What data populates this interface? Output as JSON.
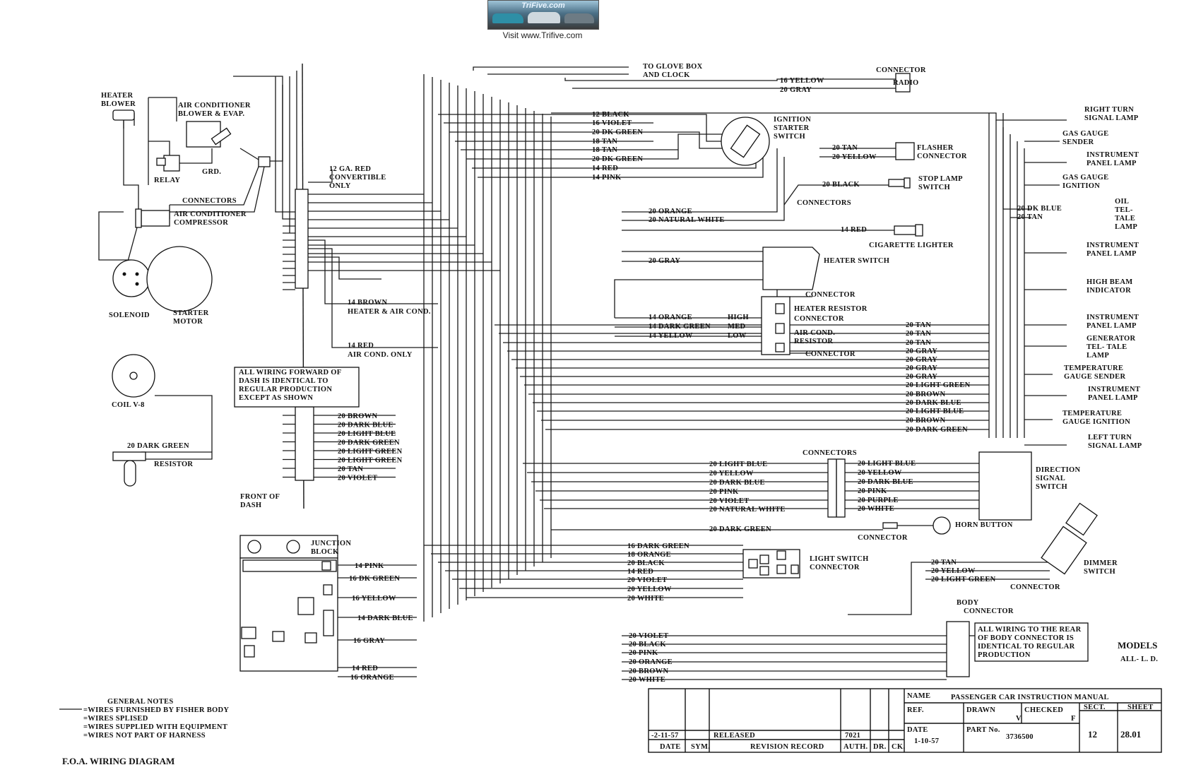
{
  "header": {
    "logo_text": "TriFive.com",
    "caption": "Visit www.Trifive.com"
  },
  "left_components": {
    "heater_blower": [
      "HEATER",
      "BLOWER"
    ],
    "ac_blower": [
      "AIR CONDITIONER",
      "BLOWER & EVAP."
    ],
    "relay": "RELAY",
    "grd": "GRD.",
    "connectors": "CONNECTORS",
    "ac_compressor": [
      "AIR CONDITIONER",
      "COMPRESSOR"
    ],
    "solenoid": "SOLENOID",
    "starter_motor": [
      "STARTER",
      "MOTOR"
    ],
    "coil": "COIL V-8",
    "resistor_wire": "20 DARK GREEN",
    "resistor": "RESISTOR",
    "front_of_dash": [
      "FRONT OF",
      "DASH"
    ],
    "convertible": [
      "12 GA. RED",
      "CONVERTIBLE",
      "ONLY"
    ],
    "heater_ac_wire": [
      "14 BROWN",
      "HEATER & AIR COND."
    ],
    "ac_only_wire": [
      "14 RED",
      "AIR COND. ONLY"
    ],
    "note_box": [
      "ALL WIRING FORWARD OF",
      "DASH IS IDENTICAL TO",
      "REGULAR PRODUCTION",
      "EXCEPT AS SHOWN"
    ]
  },
  "left_connector_wires": [
    "20 BROWN",
    "20 DARK BLUE",
    "20 LIGHT BLUE",
    "20 DARK GREEN",
    "20 LIGHT GREEN",
    "20 LIGHT GREEN",
    "20 TAN",
    "20 VIOLET"
  ],
  "junction_block": {
    "label": [
      "JUNCTION",
      "BLOCK"
    ],
    "wires": [
      "14 PINK",
      "16 DK GREEN",
      "16 YELLOW",
      "14 DARK BLUE",
      "16 GRAY",
      "14 RED",
      "16 ORANGE"
    ]
  },
  "top_center": {
    "glove_box": [
      "TO GLOVE BOX",
      "AND CLOCK"
    ],
    "ignition_wires": [
      "12 BLACK",
      "16 VIOLET",
      "20 DK GREEN",
      "18 TAN",
      "18 TAN",
      "20 DK GREEN",
      "14 RED",
      "14 PINK"
    ],
    "ignition_switch": [
      "IGNITION",
      "STARTER",
      "SWITCH"
    ],
    "radio_wires": [
      "16 YELLOW",
      "20 GRAY"
    ],
    "radio_connector": "CONNECTOR",
    "radio": "RADIO",
    "flasher_wires": [
      "20 TAN",
      "20 YELLOW"
    ],
    "flasher": [
      "FLASHER",
      "CONNECTOR"
    ],
    "stop_wire": "20 BLACK",
    "stop_switch": [
      "STOP LAMP",
      "SWITCH"
    ],
    "connectors": "CONNECTORS",
    "mid_wires": [
      "20 ORANGE",
      "20 NATURAL WHITE"
    ],
    "lighter_wire": "14 RED",
    "lighter": "CIGARETTE LIGHTER",
    "heater_switch_wire": "20 GRAY",
    "heater_switch": "HEATER SWITCH"
  },
  "heater_resistor": {
    "connector_top": "CONNECTOR",
    "heater_resistor": "HEATER RESISTOR",
    "connector_mid": "CONNECTOR",
    "ac_resistor": [
      "AIR COND.",
      "RESISTOR"
    ],
    "connector_bot": "CONNECTOR",
    "wires": [
      "14 ORANGE",
      "14 DARK GREEN",
      "14 YELLOW"
    ],
    "speeds": [
      "HIGH",
      "MED",
      "LOW"
    ]
  },
  "right_wires": [
    "20 TAN",
    "20 TAN",
    "20 TAN",
    "20 GRAY",
    "20 GRAY",
    "20 GRAY",
    "20 GRAY",
    "20 LIGHT GREEN",
    "20 BROWN",
    "20 DARK BLUE",
    "20 LIGHT BLUE",
    "20 BROWN",
    "20 DARK GREEN"
  ],
  "right_components": {
    "right_turn": [
      "RIGHT TURN",
      "SIGNAL LAMP"
    ],
    "gas_sender": [
      "GAS GAUGE",
      "SENDER"
    ],
    "inst_lamp1": [
      "INSTRUMENT",
      "PANEL LAMP"
    ],
    "gas_ignition": [
      "GAS GAUGE",
      "IGNITION"
    ],
    "oil_wires": [
      "20 DK BLUE",
      "20 TAN"
    ],
    "oil": [
      "OIL",
      "TEL-",
      "TALE",
      "LAMP"
    ],
    "inst_lamp2": [
      "INSTRUMENT",
      "PANEL LAMP"
    ],
    "high_beam": [
      "HIGH BEAM",
      "INDICATOR"
    ],
    "inst_lamp3": [
      "INSTRUMENT",
      "PANEL LAMP"
    ],
    "generator": [
      "GENERATOR",
      "TEL- TALE",
      "LAMP"
    ],
    "temp_sender": [
      "TEMPERATURE",
      "GAUGE SENDER"
    ],
    "inst_lamp4": [
      "INSTRUMENT",
      "PANEL LAMP"
    ],
    "temp_ignition": [
      "TEMPERATURE",
      "GAUGE IGNITION"
    ],
    "left_turn": [
      "LEFT TURN",
      "SIGNAL LAMP"
    ]
  },
  "direction_signal": {
    "connectors": "CONNECTORS",
    "wires_left": [
      "20 LIGHT BLUE",
      "20 YELLOW",
      "20 DARK BLUE",
      "20 PINK",
      "20 VIOLET",
      "20 NATURAL WHITE"
    ],
    "wires_right": [
      "20 LIGHT BLUE",
      "20 YELLOW",
      "20 DARK BLUE",
      "20 PINK",
      "20 PURPLE",
      "20 WHITE"
    ],
    "switch": [
      "DIRECTION",
      "SIGNAL",
      "SWITCH"
    ]
  },
  "horn": {
    "wire": "20 DARK GREEN",
    "connector": "CONNECTOR",
    "button": "HORN BUTTON"
  },
  "light_switch": {
    "wires": [
      "16 DARK GREEN",
      "18 ORANGE",
      "20 BLACK",
      "14 RED",
      "20 VIOLET",
      "20 YELLOW",
      "20 WHITE"
    ],
    "label": [
      "LIGHT SWITCH",
      "CONNECTOR"
    ]
  },
  "dimmer": {
    "wires": [
      "20 TAN",
      "20 YELLOW",
      "20 LIGHT GREEN"
    ],
    "connector": "CONNECTOR",
    "switch": [
      "DIMMER",
      "SWITCH"
    ]
  },
  "body": {
    "connector": [
      "BODY",
      "CONNECTOR"
    ],
    "wires": [
      "20 VIOLET",
      "20 BLACK",
      "20 PINK",
      "20 ORANGE",
      "20 BROWN",
      "20 WHITE"
    ],
    "note": [
      "ALL WIRING TO THE REAR",
      "OF BODY CONNECTOR IS",
      "IDENTICAL TO REGULAR",
      "PRODUCTION"
    ],
    "models": "MODELS",
    "models_sub": "ALL- L. D."
  },
  "notes": {
    "title": "GENERAL NOTES",
    "items": [
      "=WIRES FURNISHED BY FISHER BODY",
      "=WIRES SPLISED",
      "=WIRES SUPPLIED WITH EQUIPMENT",
      "=WIRES NOT PART OF HARNESS"
    ],
    "diagram_title": "F.O.A. WIRING DIAGRAM"
  },
  "title_block": {
    "name_label": "NAME",
    "name": "PASSENGER CAR INSTRUCTION MANUAL",
    "ref": "REF.",
    "drawn": "DRAWN",
    "drawn_val": "V",
    "checked": "CHECKED",
    "checked_val": "F",
    "sect": "SECT.",
    "sect_val": "12",
    "sheet": "SHEET",
    "sheet_val": "28.01",
    "date_label": "DATE",
    "date_val": "1-10-57",
    "part_label": "PART No.",
    "part_val": "3736500",
    "rev_date": "-2-11-57",
    "released": "RELEASED",
    "auth_no": "7021",
    "col_date": "DATE",
    "col_sym": "SYM.",
    "col_rev": "REVISION RECORD",
    "col_auth": "AUTH.",
    "col_dr": "DR.",
    "col_ck": "CK."
  }
}
